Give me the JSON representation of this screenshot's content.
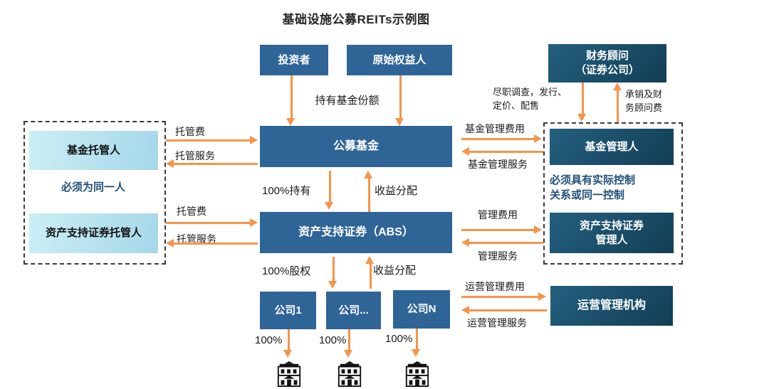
{
  "title": "基础设施公募REITs示例图",
  "colors": {
    "box_blue": "#2f6496",
    "box_dark_teal": "#1a4e68",
    "box_light_cyan": "#b8e3ef",
    "arrow_orange": "#f5944a",
    "note_blue": "#1f4e79"
  },
  "nodes": {
    "investor": "投资者",
    "original_holder": "原始权益人",
    "advisor_line1": "财务顾问",
    "advisor_line2": "（证券公司）",
    "public_fund": "公募基金",
    "abs": "资产支持证券（ABS）",
    "fund_custodian": "基金托管人",
    "same_person_note": "必须为同一人",
    "abs_custodian": "资产支持证券托管人",
    "fund_manager": "基金管理人",
    "control_note_line1": "必须具有实际控制",
    "control_note_line2": "关系或同一控制",
    "abs_manager_line1": "资产支持证券",
    "abs_manager_line2": "管理人",
    "company_1": "公司1",
    "company_ellipsis": "公司...",
    "company_n": "公司N",
    "operator": "运营管理机构"
  },
  "labels": {
    "hold_fund_shares": "持有基金份额",
    "due_diligence_line1": "尽职调查，发行、",
    "due_diligence_line2": "定价、配售",
    "underwriting_fee_line1": "承销及财",
    "underwriting_fee_line2": "务顾问费",
    "custody_fee": "托管费",
    "custody_service": "托管服务",
    "fund_mgmt_fee": "基金管理费用",
    "fund_mgmt_service": "基金管理服务",
    "hold_100pct": "100%持有",
    "income_distribution": "收益分配",
    "mgmt_fee": "管理费用",
    "mgmt_service": "管理服务",
    "equity_100pct": "100%股权",
    "ops_mgmt_fee": "运营管理费用",
    "ops_mgmt_service": "运营管理服务",
    "pct_100": "100%"
  }
}
